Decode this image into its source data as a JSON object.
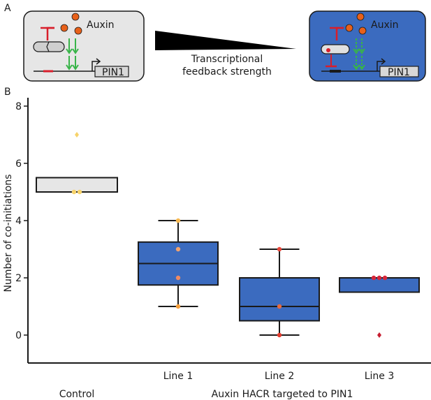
{
  "panel_a": {
    "label": "A",
    "control_box": {
      "auxin_label": "Auxin",
      "gene_label": "PIN1",
      "fill": "#e6e6e6"
    },
    "hacr_box": {
      "auxin_label": "Auxin",
      "gene_label": "PIN1",
      "fill": "#3b6bbf"
    },
    "gradient_caption": [
      "Transcriptional",
      "feedback strength"
    ],
    "colors": {
      "auxin": "#e8611a",
      "repressor": "#d81e2b",
      "arrow": "#38b449"
    }
  },
  "panel_b": {
    "label": "B"
  },
  "chart_data": {
    "type": "box",
    "ylabel": "Number of co-initiations",
    "ylim": [
      -1,
      8
    ],
    "yticks": [
      0,
      2,
      4,
      6,
      8
    ],
    "group_label": "Auxin HACR targeted to PIN1",
    "grid": false,
    "categories": [
      "Control",
      "Line 1",
      "Line 2",
      "Line 3"
    ],
    "boxes": [
      {
        "category": "Control",
        "q1": 5.0,
        "median": 5.0,
        "q3": 5.5,
        "whisker_low": 5.0,
        "whisker_high": 5.5,
        "fill": "#e6e6e6"
      },
      {
        "category": "Line 1",
        "q1": 1.75,
        "median": 2.5,
        "q3": 3.25,
        "whisker_low": 1.0,
        "whisker_high": 4.0,
        "fill": "#3b6bbf"
      },
      {
        "category": "Line 2",
        "q1": 0.5,
        "median": 1.0,
        "q3": 2.0,
        "whisker_low": 0.0,
        "whisker_high": 3.0,
        "fill": "#3b6bbf"
      },
      {
        "category": "Line 3",
        "q1": 1.5,
        "median": 1.5,
        "q3": 2.0,
        "whisker_low": 1.5,
        "whisker_high": 2.0,
        "fill": "#3b6bbf"
      }
    ],
    "points": [
      {
        "category": "Control",
        "values": [
          7,
          5,
          5
        ],
        "colors": [
          "#f7d36a",
          "#f7d36a",
          "#f7d36a"
        ]
      },
      {
        "category": "Line 1",
        "values": [
          4,
          3,
          2,
          1
        ],
        "colors": [
          "#f7b84f",
          "#f3a36e",
          "#ef8a62",
          "#f6a03c"
        ]
      },
      {
        "category": "Line 2",
        "values": [
          3,
          1,
          0
        ],
        "colors": [
          "#e7463a",
          "#ea6a3e",
          "#e33a2c"
        ]
      },
      {
        "category": "Line 3",
        "values": [
          2,
          2,
          2,
          0
        ],
        "colors": [
          "#d8263a",
          "#d8263a",
          "#d8263a",
          "#c61d30"
        ]
      }
    ]
  }
}
